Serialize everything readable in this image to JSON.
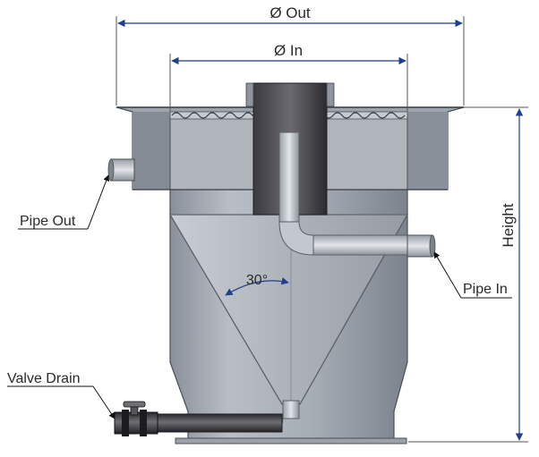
{
  "diagram": {
    "dimension_labels": {
      "outer_diameter": "Ø Out",
      "inner_diameter": "Ø In",
      "height": "Height",
      "cone_angle": "30°"
    },
    "callouts": {
      "pipe_out": "Pipe Out",
      "pipe_in": "Pipe In",
      "valve_drain": "Valve Drain"
    },
    "colors": {
      "steel_light": "#b7bcc4",
      "steel_mid": "#8f959e",
      "steel_dark": "#5d636b",
      "pipe_dark": "#2f2f33",
      "dimension_blue": "#1f3f8f"
    }
  }
}
